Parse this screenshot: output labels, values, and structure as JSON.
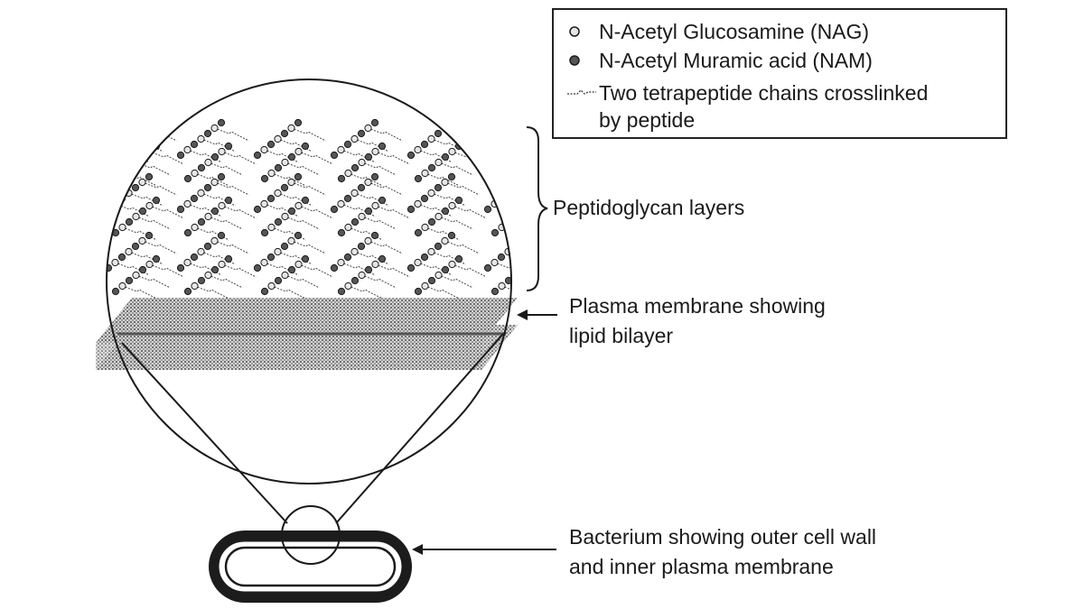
{
  "legend": {
    "nag_label": "N-Acetyl Glucosamine (NAG)",
    "nam_label": "N-Acetyl Muramic acid (NAM)",
    "crosslink_label_line1": "Two tetrapeptide chains crosslinked",
    "crosslink_label_line2": "by peptide"
  },
  "labels": {
    "peptidoglycan": "Peptidoglycan layers",
    "plasma_line1": "Plasma membrane showing",
    "plasma_line2": "lipid bilayer",
    "bacterium_line1": "Bacterium showing outer cell wall",
    "bacterium_line2": "and inner plasma membrane"
  },
  "colors": {
    "nag_fill": "#e6e6e6",
    "nam_fill": "#555555",
    "stroke": "#1a1a1a",
    "membrane": "#8a8a8a"
  }
}
